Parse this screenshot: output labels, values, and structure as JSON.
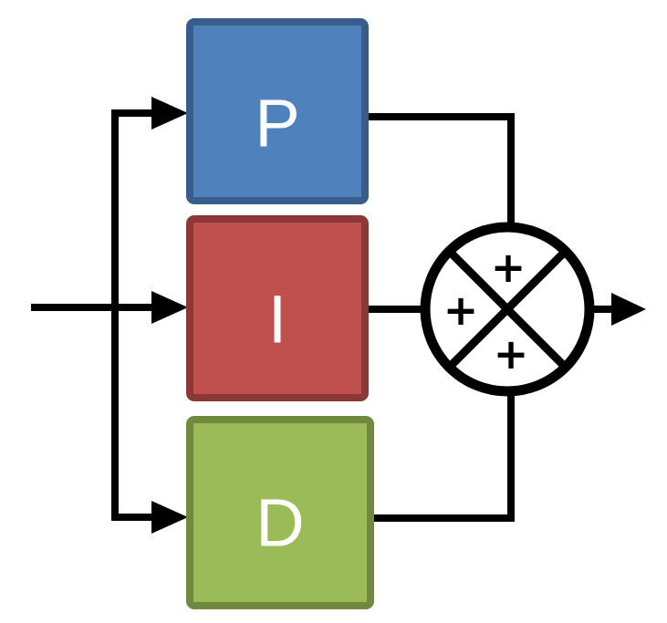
{
  "blocks": [
    {
      "id": "p",
      "label": "P",
      "fill": "#4f81bd",
      "border": "#385d8a"
    },
    {
      "id": "i",
      "label": "I",
      "fill": "#c0504d",
      "border": "#8c3836"
    },
    {
      "id": "d",
      "label": "D",
      "fill": "#9bbb59",
      "border": "#71893f"
    }
  ],
  "summing_junction": {
    "signs": [
      "+",
      "+",
      "+"
    ]
  },
  "colors": {
    "line": "#000000",
    "background": "#ffffff"
  }
}
